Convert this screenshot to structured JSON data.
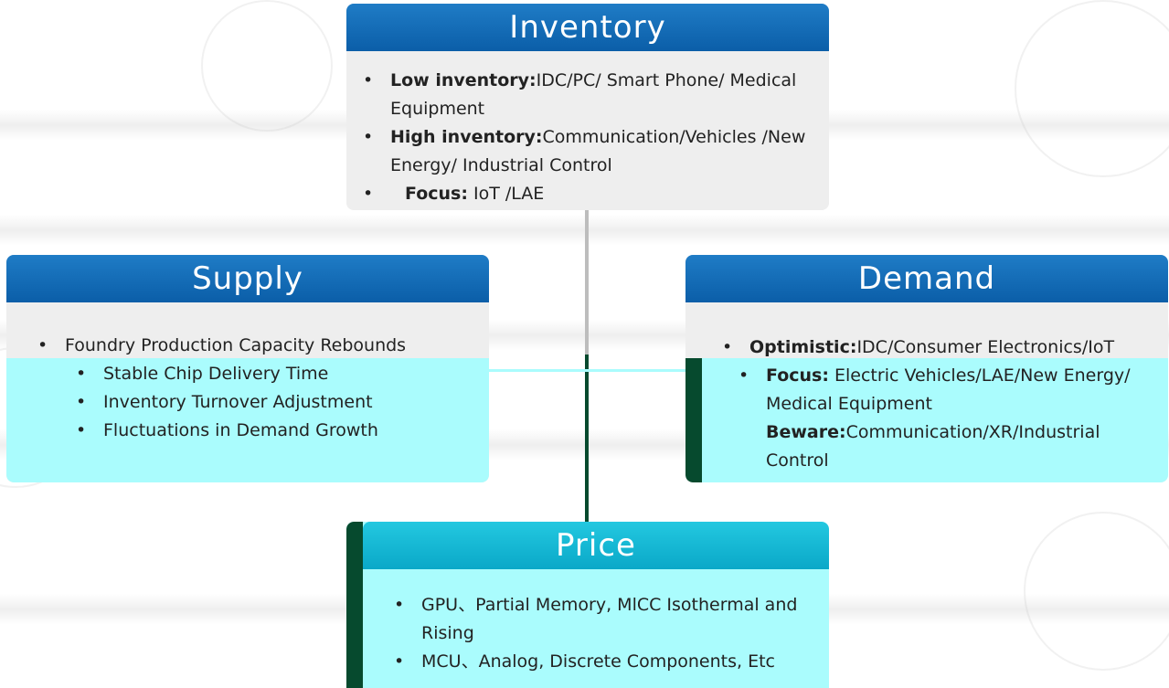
{
  "inventory": {
    "title": "Inventory",
    "items": [
      {
        "label": "Low inventory:",
        "text": "IDC/PC/ Smart Phone/ Medical Equipment"
      },
      {
        "label": "High inventory:",
        "text": "Communication/Vehicles /New Energy/ Industrial Control"
      },
      {
        "label": "Focus:",
        "text": " IoT /LAE"
      }
    ]
  },
  "supply": {
    "title": "Supply",
    "main_item": "Foundry Production Capacity Rebounds",
    "sub_items": [
      "Stable Chip Delivery Time",
      "Inventory Turnover Adjustment",
      "Fluctuations in Demand Growth"
    ]
  },
  "demand": {
    "title": "Demand",
    "optimistic_label": "Optimistic:",
    "optimistic_text": "IDC/Consumer Electronics/IoT",
    "focus_label": "Focus:",
    "focus_text": " Electric Vehicles/LAE/New Energy/ Medical Equipment",
    "beware_label": "Beware:",
    "beware_text": "Communication/XR/Industrial Control"
  },
  "price": {
    "title": "Price",
    "items": [
      "GPU、Partial Memory, MlCC Isothermal and Rising",
      "MCU、Analog, Discrete Components, Etc"
    ]
  },
  "colors": {
    "header_blue": "#0b5ea8",
    "price_header": "#0aa8c8",
    "cyan_fill": "#aafcfd",
    "dark_green": "#064a2e",
    "panel_grey": "#eeeeee"
  }
}
